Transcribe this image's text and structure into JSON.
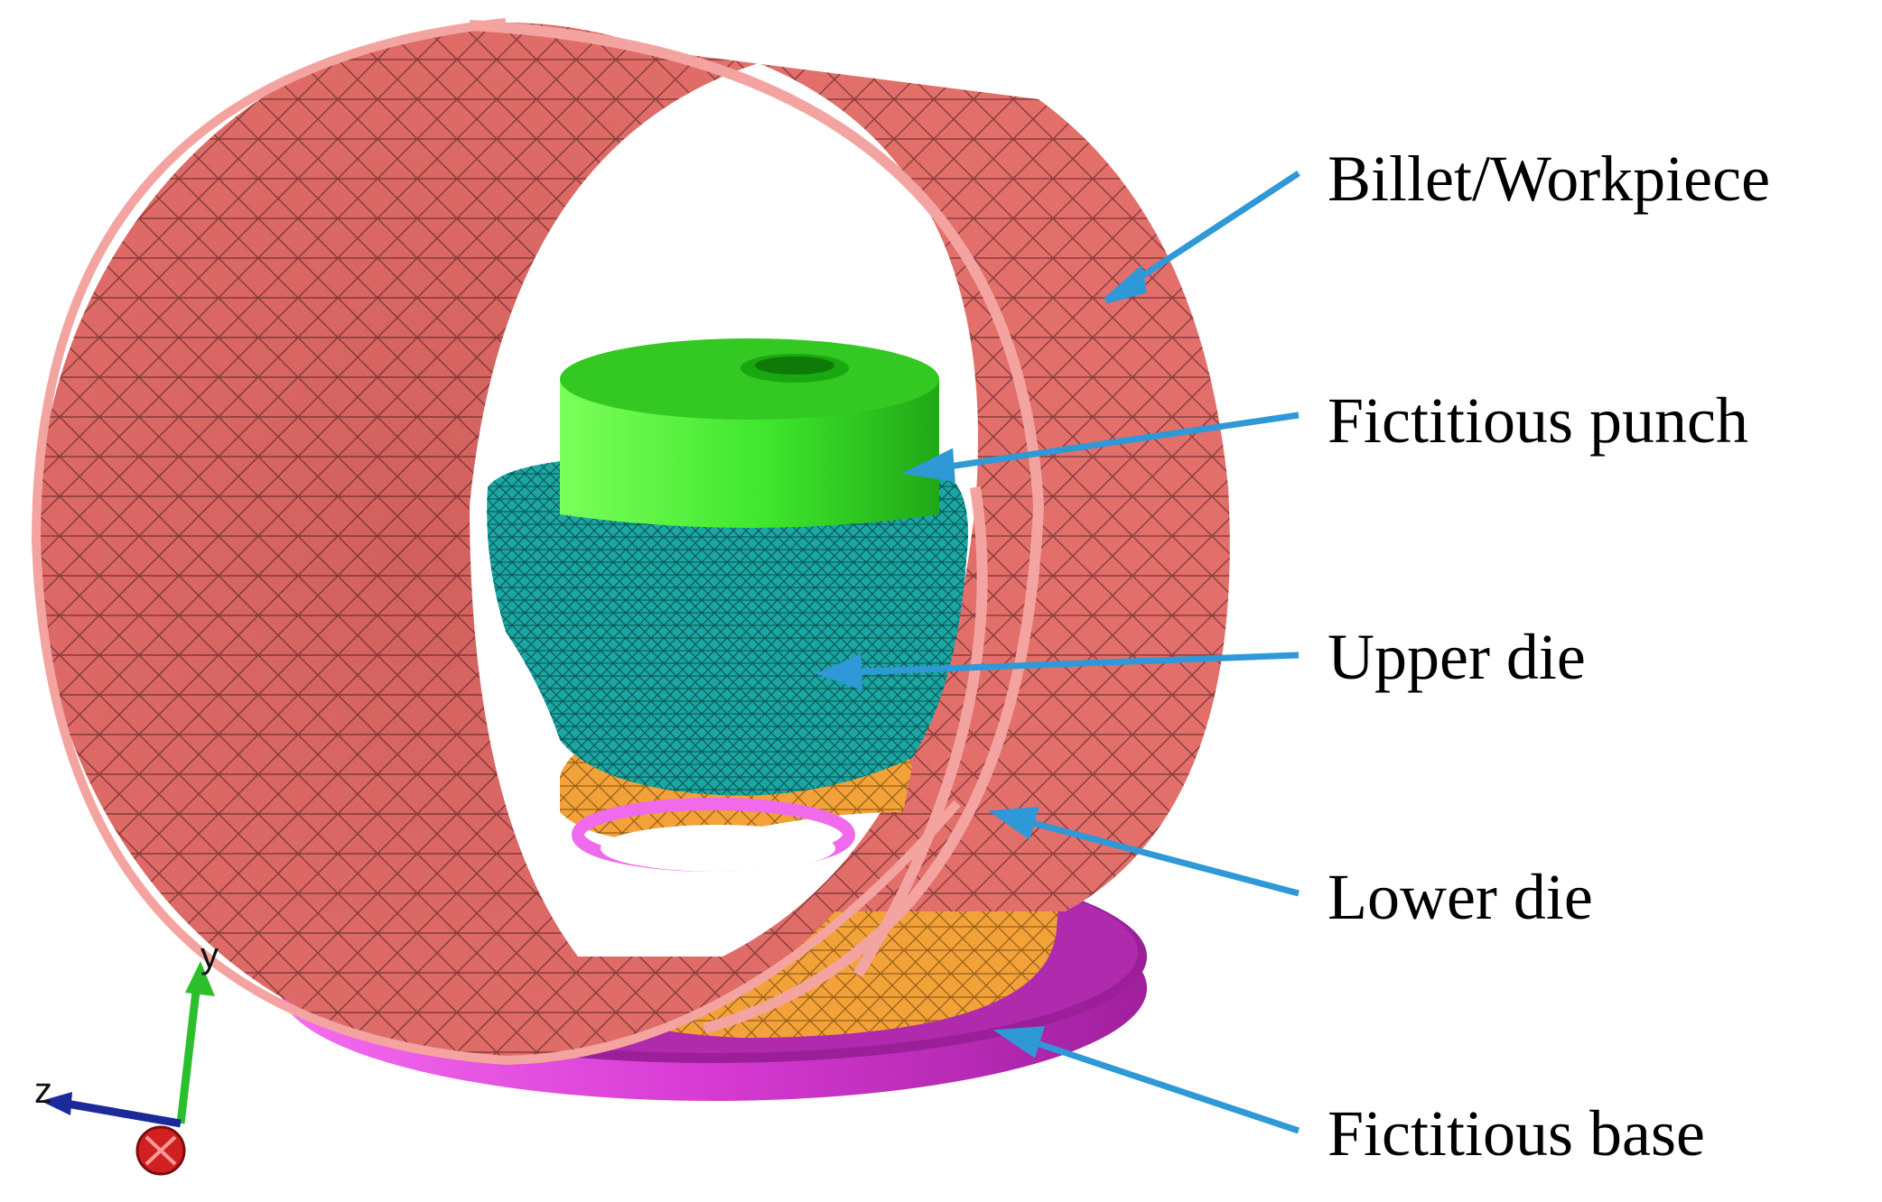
{
  "labels": {
    "billet": "Billet/Workpiece",
    "punch": "Fictitious punch",
    "upper_die": "Upper die",
    "lower_die": "Lower die",
    "base": "Fictitious base"
  },
  "axes": {
    "y": "y",
    "z": "z"
  },
  "colors": {
    "billet": "#e06a66",
    "billet_rim": "#f4a4a0",
    "punch": "#3ee62c",
    "upper_die": "#1aa7a4",
    "lower_die": "#f2a238",
    "base": "#e640e0",
    "arrow": "#2f98d6",
    "axis_y": "#2bbf2b",
    "axis_z": "#1a2a9a",
    "axis_x": "#d02020"
  }
}
